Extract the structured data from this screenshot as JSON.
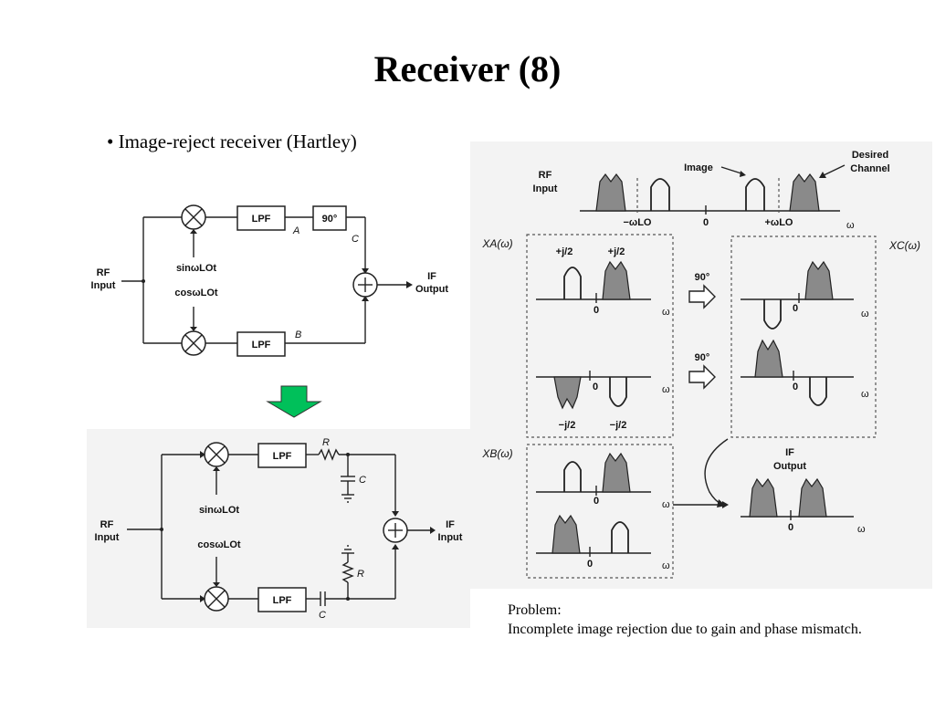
{
  "title": "Receiver (8)",
  "bullet": "• Image-reject receiver (Hartley)",
  "top_circuit": {
    "rf_input": [
      "RF",
      "Input"
    ],
    "if_output": [
      "IF",
      "Output"
    ],
    "lpf": "LPF",
    "phase_shift": "90°",
    "node_a": "A",
    "node_b": "B",
    "node_c": "C",
    "sin_lo": "sinωLOt",
    "cos_lo": "cosωLOt",
    "plus": "+"
  },
  "bottom_circuit": {
    "rf_input": [
      "RF",
      "Input"
    ],
    "if_output": [
      "IF",
      "Input"
    ],
    "lpf": "LPF",
    "r_label": "R",
    "c_label": "C",
    "sin_lo": "sinωLOt",
    "cos_lo": "cosωLOt",
    "plus": "+"
  },
  "spectrum": {
    "rf_input": [
      "RF",
      "Input"
    ],
    "image_label": "Image",
    "desired": [
      "Desired",
      "Channel"
    ],
    "neg_lo": "−ωLO",
    "zero": "0",
    "pos_lo": "+ωLO",
    "omega": "ω",
    "xa": "XA(ω)",
    "xb": "XB(ω)",
    "xc": "XC(ω)",
    "plus_j2": "+j/2",
    "minus_j2": "−j/2",
    "deg90": "90°",
    "if_output": [
      "IF",
      "Output"
    ]
  },
  "problem": {
    "heading": "Problem:",
    "text": "Incomplete image rejection due to gain and phase mismatch."
  },
  "colors": {
    "arrow_green": "#00c05a",
    "peak_fill": "#8a8a8a"
  }
}
